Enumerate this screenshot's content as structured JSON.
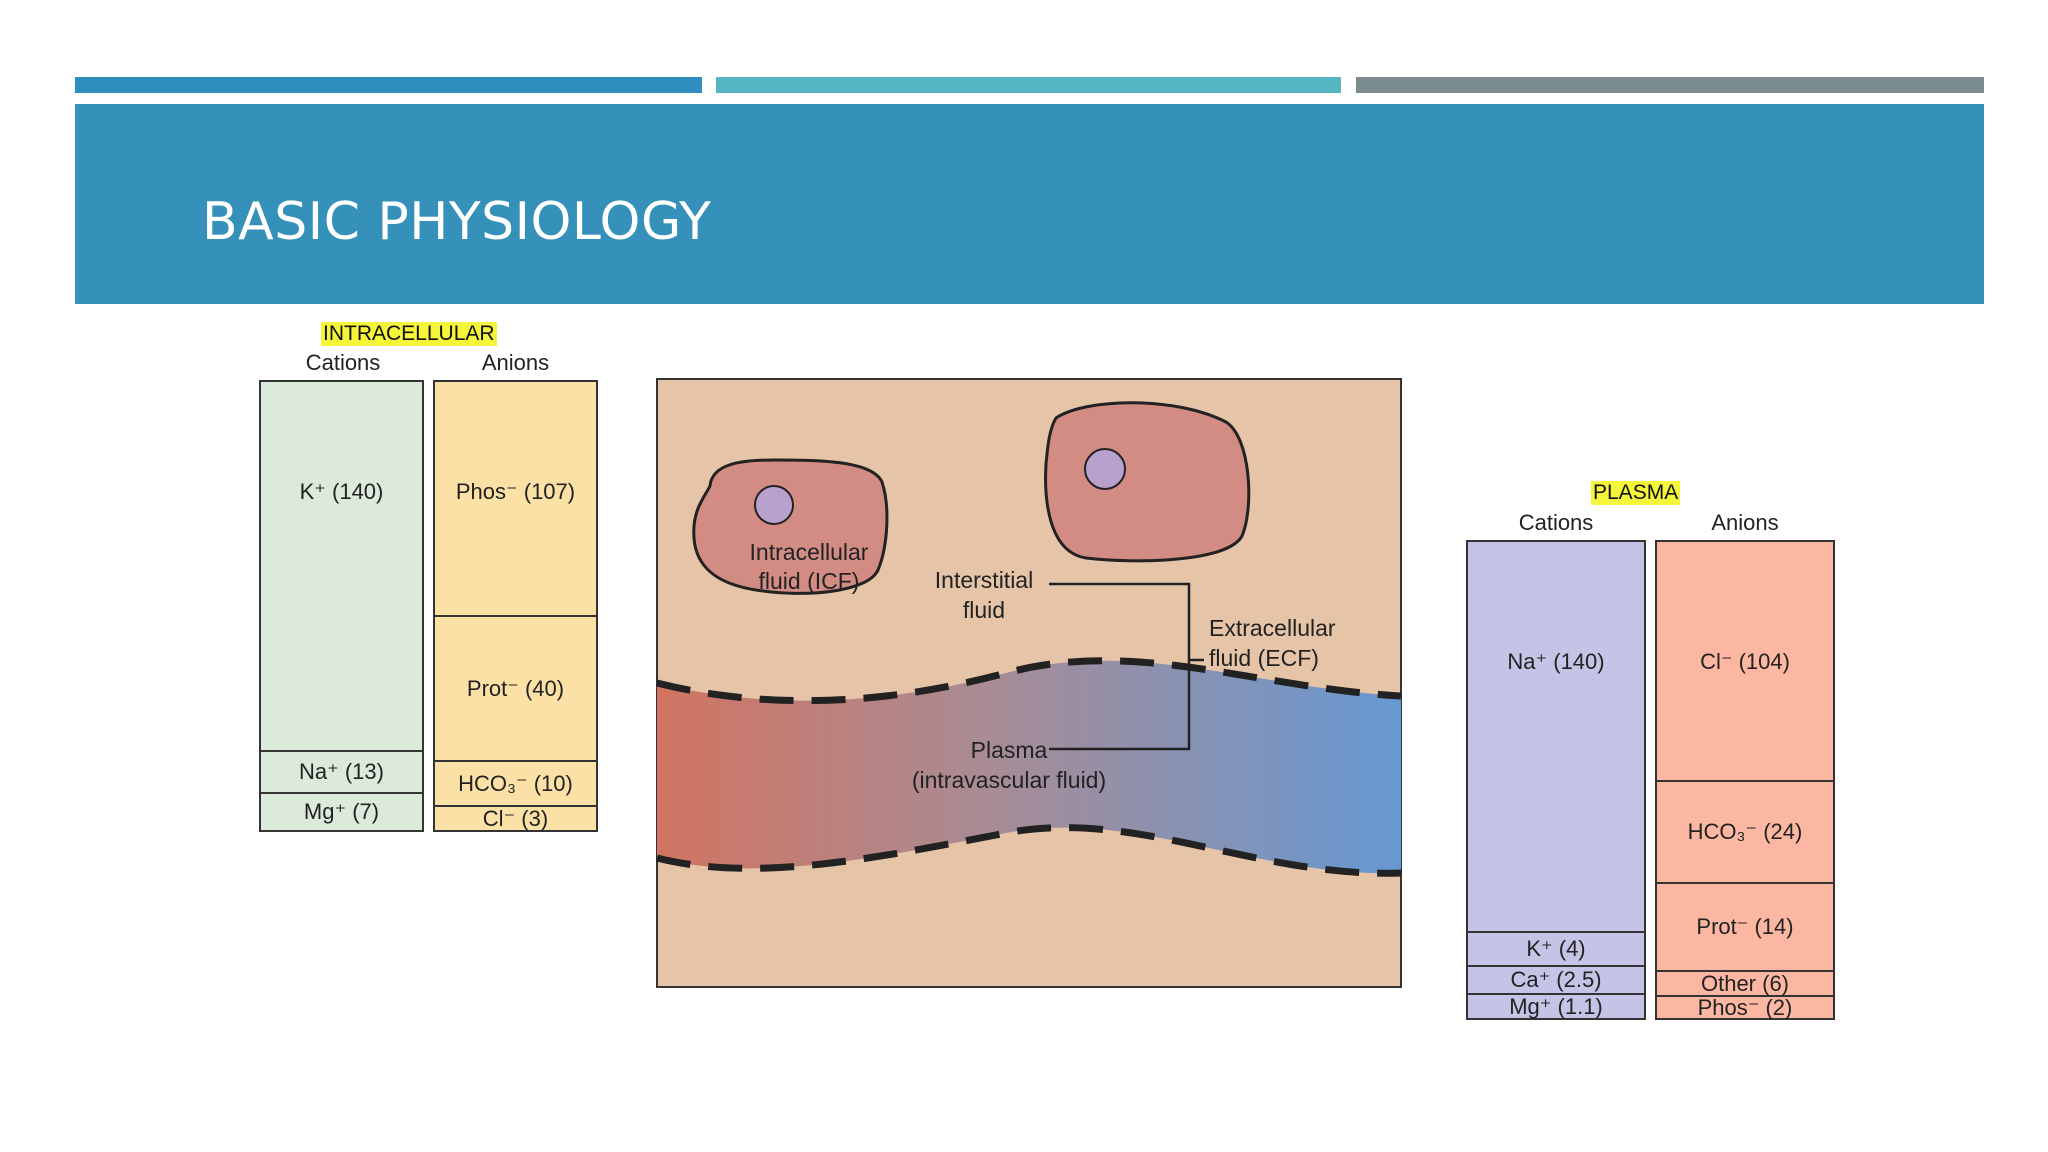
{
  "slide": {
    "title": "BASIC PHYSIOLOGY",
    "colors": {
      "accent_1": "#2E8FBF",
      "accent_2": "#56B6C2",
      "accent_3": "#7A8C8E",
      "banner": "#3591BA"
    }
  },
  "intracellular": {
    "heading": "INTRACELLULAR",
    "cations_label": "Cations",
    "anions_label": "Anions",
    "cations": [
      {
        "label": "K⁺ (140)",
        "value": 140
      },
      {
        "label": "Na⁺ (13)",
        "value": 13
      },
      {
        "label": "Mg⁺ (7)",
        "value": 7
      }
    ],
    "anions": [
      {
        "label": "Phos⁻ (107)",
        "value": 107
      },
      {
        "label": "Prot⁻ (40)",
        "value": 40
      },
      {
        "label": "HCO₃⁻ (10)",
        "value": 10
      },
      {
        "label": "Cl⁻ (3)",
        "value": 3
      }
    ]
  },
  "diagram": {
    "icf_label_1": "Intracellular",
    "icf_label_2": "fluid (ICF)",
    "interstitial_1": "Interstitial",
    "interstitial_2": "fluid",
    "ecf_1": "Extracellular",
    "ecf_2": "fluid (ECF)",
    "plasma_1": "Plasma",
    "plasma_2": "(intravascular fluid)"
  },
  "plasma": {
    "heading": "PLASMA",
    "cations_label": "Cations",
    "anions_label": "Anions",
    "cations": [
      {
        "label": "Na⁺ (140)",
        "value": 140
      },
      {
        "label": "K⁺ (4)",
        "value": 4
      },
      {
        "label": "Ca⁺ (2.5)",
        "value": 2.5
      },
      {
        "label": "Mg⁺ (1.1)",
        "value": 1.1
      }
    ],
    "anions": [
      {
        "label": "Cl⁻ (104)",
        "value": 104
      },
      {
        "label": "HCO₃⁻ (24)",
        "value": 24
      },
      {
        "label": "Prot⁻ (14)",
        "value": 14
      },
      {
        "label": "Other (6)",
        "value": 6
      },
      {
        "label": "Phos⁻ (2)",
        "value": 2
      }
    ]
  }
}
